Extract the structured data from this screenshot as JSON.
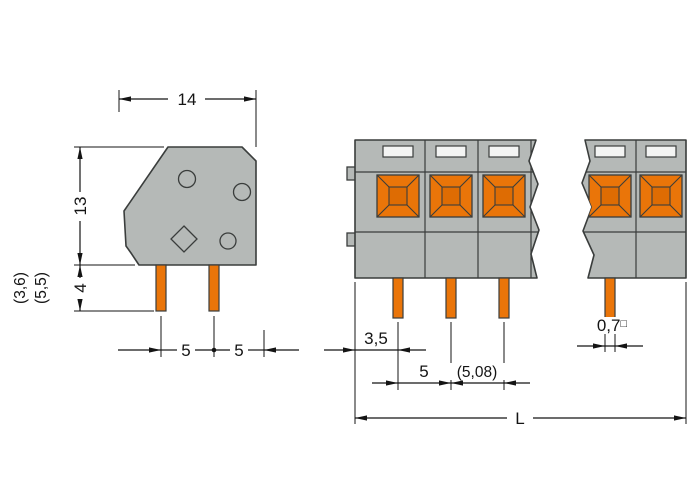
{
  "colors": {
    "bg": "#ffffff",
    "body": "#b5b9b7",
    "outline": "#3a3d3c",
    "accent": "#ea7509",
    "accent-inner": "#de6c03",
    "slot": "#f3f4f3",
    "dim": "#141414"
  },
  "side_view": {
    "dim_overall_width": "14",
    "dim_overall_height": "13",
    "dim_pin_length_alt_1": "(3,6)",
    "dim_pin_length_alt_2": "(5,5)",
    "dim_pin_length": "4",
    "dim_pin_spacing_left": "5",
    "dim_pin_spacing_right": "5"
  },
  "front_view": {
    "dim_edge_to_first_pin": "3,5",
    "dim_pin_pitch": "5",
    "dim_pin_pitch_alt": "(5,08)",
    "dim_pin_cross_section": "0,7",
    "dim_pin_cross_section_symbol": "□",
    "dim_overall_length": "L"
  }
}
